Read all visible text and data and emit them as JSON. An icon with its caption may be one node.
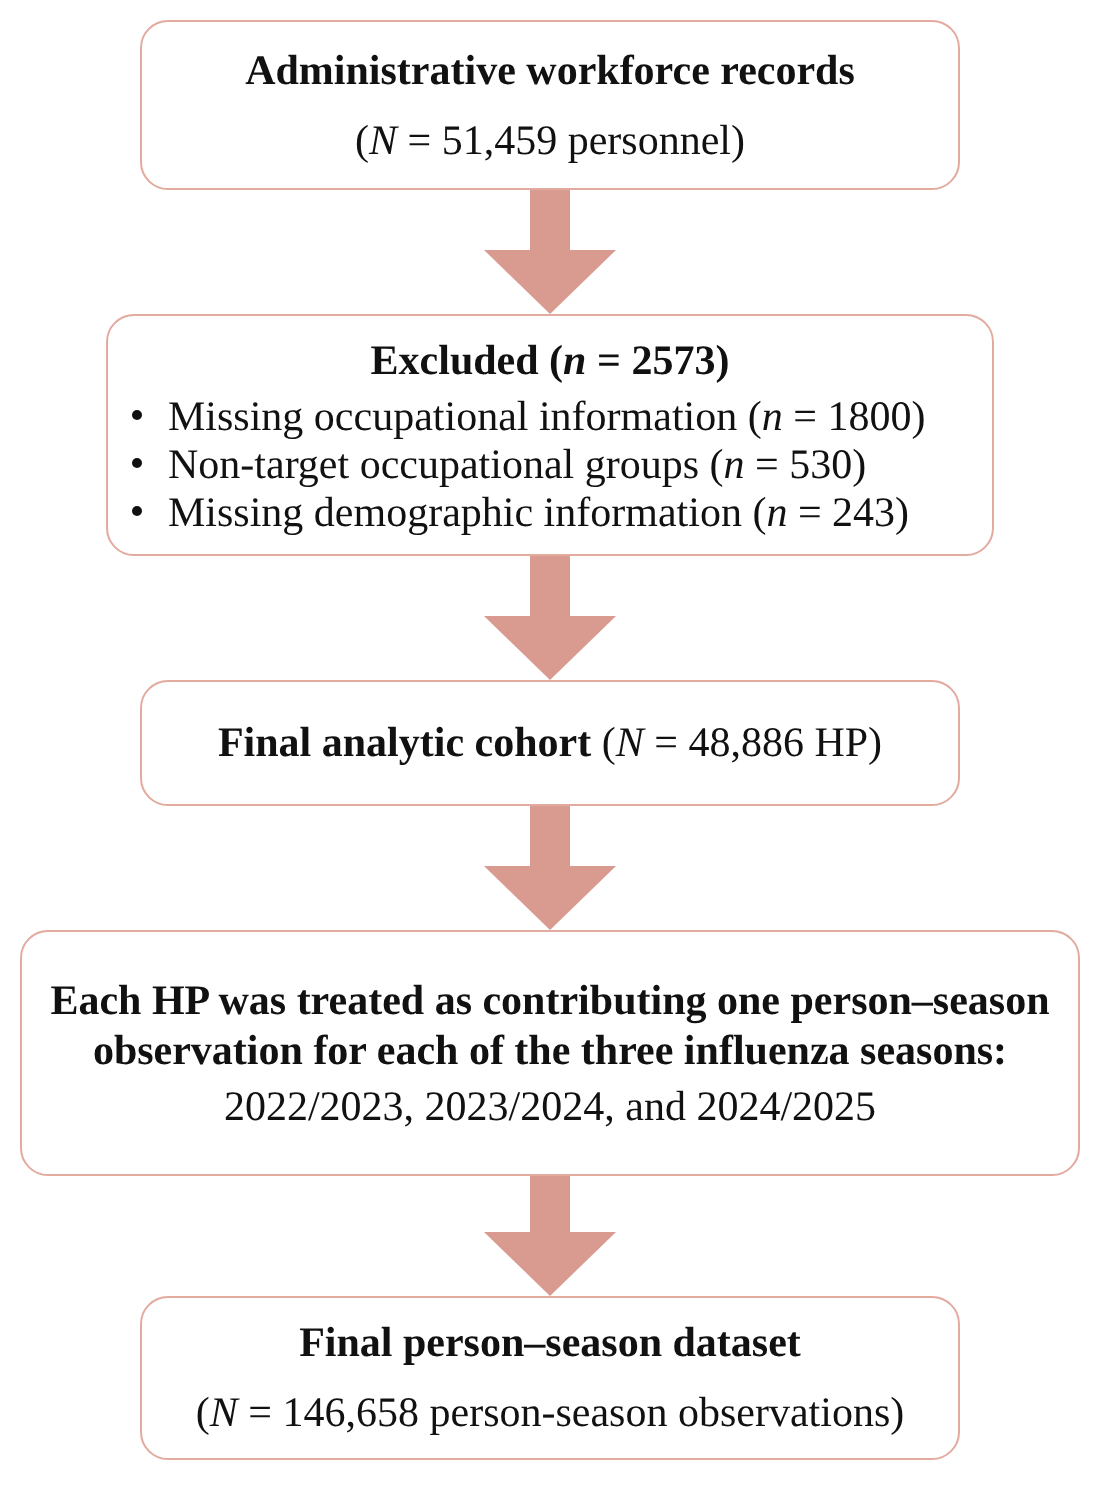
{
  "diagram": {
    "nodes": [
      {
        "text": [
          "Administrative workforce records",
          "(*N* = 51,459 personnel)"
        ]
      },
      {
        "text": [
          "Excluded (*n* = 2573)",
          "Missing occupational information (*n* = 1800)",
          "Non-target occupational groups (*n* = 530)",
          "Missing demographic information (*n* = 243)"
        ]
      },
      {
        "text": [
          "**Final analytic cohort** (*N* = 48,886 HP)"
        ]
      },
      {
        "text": [
          "Each HP was treated as contributing one person–season observation for each of the three influenza seasons:",
          "2022/2023, 2023/2024, and 2024/2025"
        ]
      },
      {
        "text": [
          "Final person–season dataset",
          "(*N* = 146,658 person-season observations)"
        ]
      }
    ],
    "edges": [
      {
        "from": 0,
        "to": 1,
        "arrow": "to"
      },
      {
        "from": 1,
        "to": 2,
        "arrow": "to"
      },
      {
        "from": 2,
        "to": 3,
        "arrow": "to"
      },
      {
        "from": 3,
        "to": 4,
        "arrow": "to"
      }
    ]
  }
}
